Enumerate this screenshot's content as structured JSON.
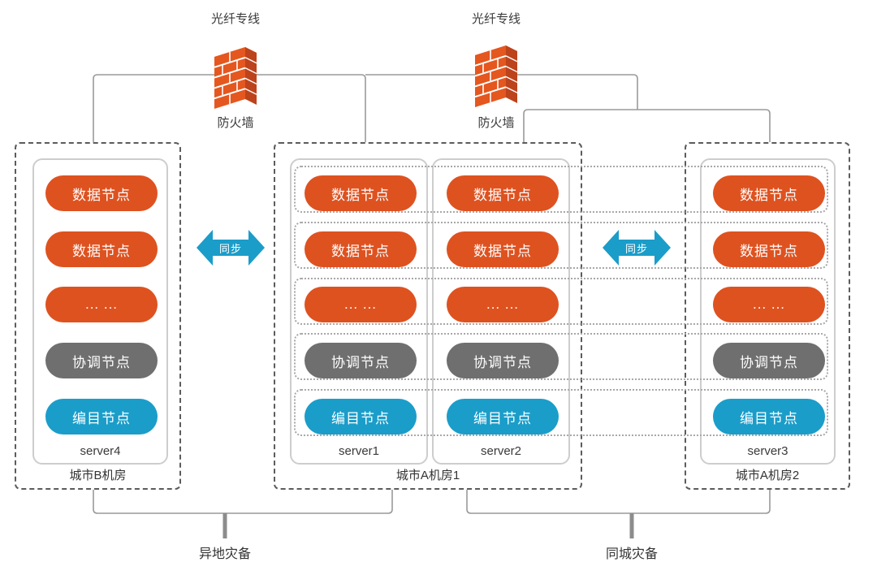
{
  "diagram": {
    "firewalls": [
      {
        "line_label": "光纤专线",
        "wall_label": "防火墙"
      },
      {
        "line_label": "光纤专线",
        "wall_label": "防火墙"
      }
    ],
    "sync_arrows": [
      {
        "label": "同步"
      },
      {
        "label": "同步"
      }
    ],
    "node_rows": [
      {
        "label": "数据节点",
        "type": "data-node",
        "color": "#de5220"
      },
      {
        "label": "数据节点",
        "type": "data-node",
        "color": "#de5220"
      },
      {
        "label": "... ...",
        "type": "more-nodes",
        "color": "#de5220"
      },
      {
        "label": "协调节点",
        "type": "coordinator-node",
        "color": "#6f6f6f"
      },
      {
        "label": "编目节点",
        "type": "catalog-node",
        "color": "#1b9dc9"
      }
    ],
    "rooms": [
      {
        "name": "城市B机房",
        "servers": [
          {
            "name": "server4"
          }
        ]
      },
      {
        "name": "城市A机房1",
        "servers": [
          {
            "name": "server1"
          },
          {
            "name": "server2"
          }
        ]
      },
      {
        "name": "城市A机房2",
        "servers": [
          {
            "name": "server3"
          }
        ]
      }
    ],
    "bottom_labels": [
      {
        "label": "异地灾备"
      },
      {
        "label": "同城灾备"
      }
    ],
    "colors": {
      "node_data": "#de5220",
      "node_coordinator": "#6f6f6f",
      "node_catalog": "#1b9dc9",
      "sync_arrow": "#1b9dc9",
      "wire": "#9a9a9a",
      "bracket_stub": "#8c8c8c",
      "dashed_border": "#5c5c5c",
      "firewall_front": "#e4571f",
      "firewall_side": "#bc431b",
      "firewall_top": "#ee7b3f"
    }
  }
}
